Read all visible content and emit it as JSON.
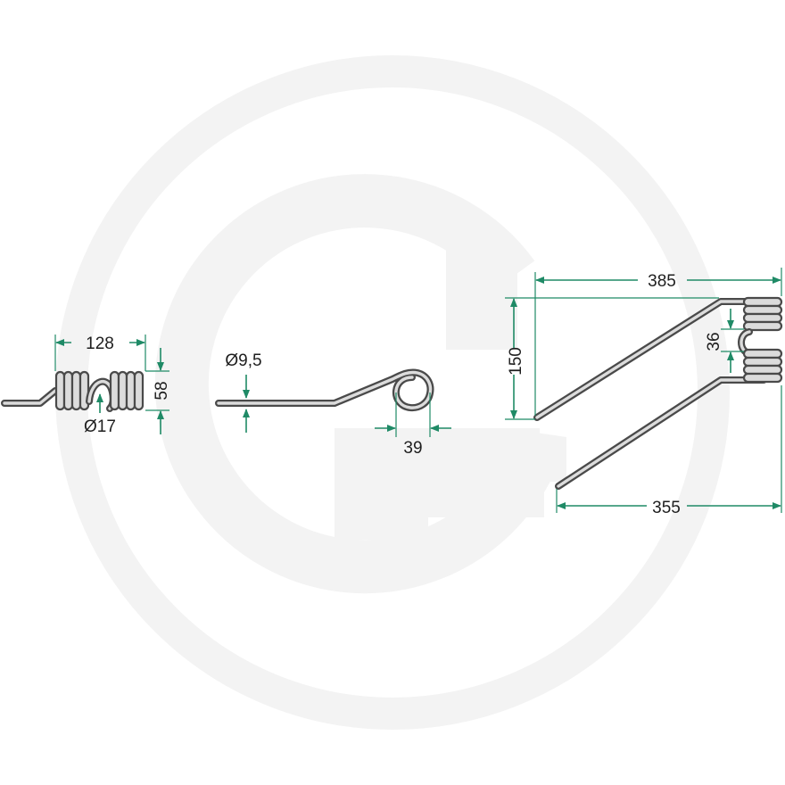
{
  "colors": {
    "dimension": "#1f8a66",
    "wire_outline": "#4a4a4a",
    "wire_fill": "#dcdcdc",
    "watermark": "#f3f3f3"
  },
  "watermark": {
    "icon": "granit-g-logo-icon"
  },
  "views": {
    "coil_top": {
      "width_label": "128",
      "height_label": "58",
      "inner_diameter_label": "Ø17"
    },
    "coil_side": {
      "wire_diameter_label": "Ø9,5",
      "loop_label": "39"
    },
    "tine_side": {
      "overall_length_label": "385",
      "height_label": "150",
      "coil_gap_label": "36",
      "lower_length_label": "355"
    }
  }
}
